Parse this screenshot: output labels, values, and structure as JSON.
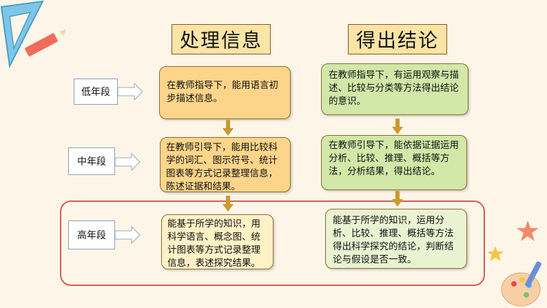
{
  "headings": {
    "process": "处理信息",
    "conclude": "得出结论"
  },
  "grades": {
    "low": "低年段",
    "mid": "中年段",
    "high": "高年段"
  },
  "process_boxes": {
    "low": "在教师指导下，能用语言初步描述信息。",
    "mid": "在教师引导下，能用比较科学的词汇、图示符号、统计图表等方式记录整理信息，陈述证据和结果。",
    "high": "能基于所学的知识，用科学语言、概念图、统计图表等方式记录整理信息，表述探究结果。"
  },
  "conclude_boxes": {
    "low": "在教师指导下，有运用观察与描述、比较与分类等方法得出结论的意识。",
    "mid": "在教师引导下，能依据证据运用分析、比较、推理、概括等方法，分析结果，得出结论。",
    "high": "能基于所学的知识，运用分析、比较、推理、概括等方法得出科学探究的结论，判断结论与假设是否一致。"
  },
  "colors": {
    "heading_fill": "#FCE4A6",
    "orange_box": "#FCD58A",
    "green_box": "#D1E8A8",
    "highlight_border": "#D85A55",
    "arrow_fill": "#C99A2E"
  },
  "icons": [
    "triangle-ruler-icon",
    "pencil-icon",
    "star-icon",
    "palette-icon"
  ]
}
